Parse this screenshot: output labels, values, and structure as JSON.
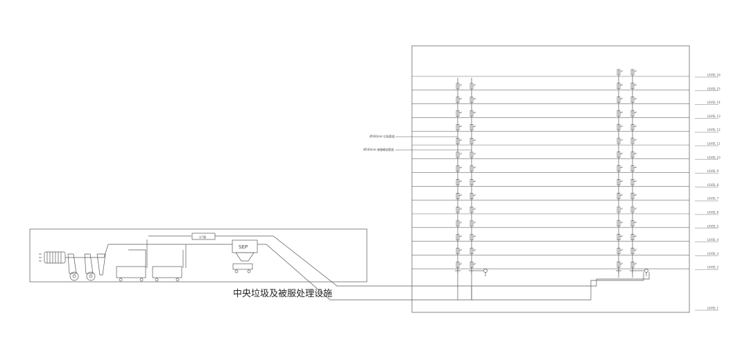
{
  "caption": "中央垃圾及被服处理设施",
  "equipment": {
    "separator_label": "SEP",
    "controller_label": "分?器"
  },
  "annotations": [
    {
      "text": "Ø500mm 垃圾管道"
    },
    {
      "text": "Ø500mm 被服输送管道"
    }
  ],
  "levels": [
    "LEVEL 16",
    "LEVEL 15",
    "LEVEL 14",
    "LEVEL 13",
    "LEVEL 12",
    "LEVEL 11",
    "LEVEL 10",
    "LEVEL 9",
    "LEVEL 8",
    "LEVEL 7",
    "LEVEL 6",
    "LEVEL 5",
    "LEVEL 4",
    "LEVEL 3",
    "LEVEL 2",
    "LEVEL 1"
  ],
  "colors": {
    "line": "#555555",
    "frame": "#666666",
    "text": "#222222"
  }
}
